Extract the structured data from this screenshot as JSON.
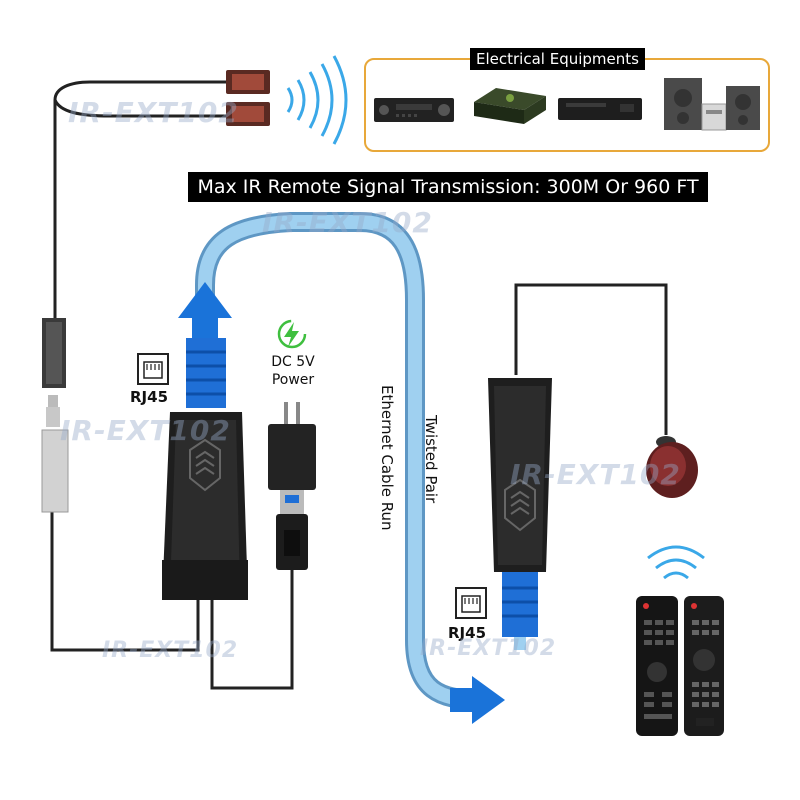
{
  "equipment_box": {
    "title": "Electrical Equipments"
  },
  "banner": {
    "text": "Max IR Remote Signal Transmission: 300M Or 960 FT"
  },
  "labels": {
    "rj45_left": "RJ45",
    "rj45_right": "RJ45",
    "power_line1": "DC 5V",
    "power_line2": "Power",
    "ethernet_run": "Ethernet Cable Run",
    "twisted_pair": "Twisted Pair"
  },
  "watermark": "IR-EXT102",
  "colors": {
    "cable_blue": "#8cc3e8",
    "arrow_blue": "#1a73d9",
    "box_border": "#e8a83a",
    "power_green": "#3fbf3f",
    "ir_red": "#8a2a2a"
  },
  "icons": [
    "ir-emitter-icon",
    "signal-waves-icon",
    "av-receiver-icon",
    "set-top-box-icon",
    "dvd-player-icon",
    "stereo-system-icon",
    "rj45-port-icon",
    "lightning-icon",
    "usb-adapter-icon",
    "ir-receiver-eye-icon",
    "remote-control-icon"
  ]
}
